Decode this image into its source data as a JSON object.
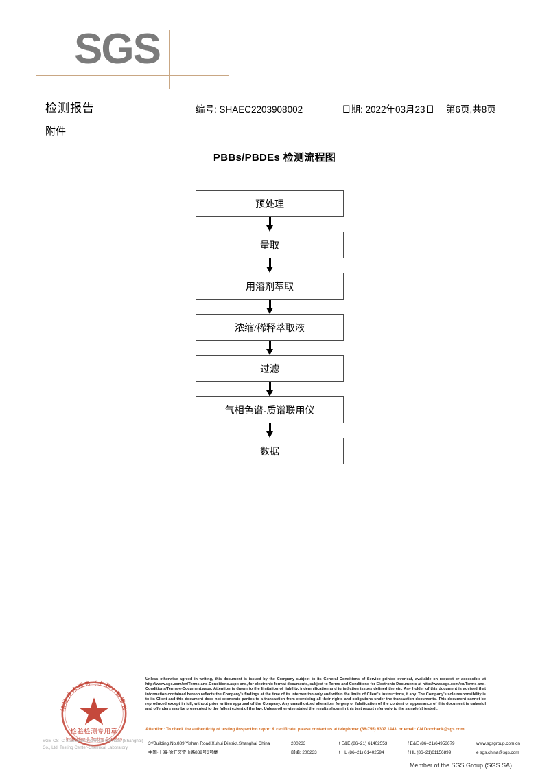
{
  "logo": {
    "brand": "SGS"
  },
  "header": {
    "title": "检测报告",
    "attachment_label": "附件",
    "report_no": "编号: SHAEC2203908002",
    "date": "日期: 2022年03月23日",
    "page": "第6页,共8页"
  },
  "flowchart": {
    "title": "PBBs/PBDEs 检测流程图",
    "steps": [
      {
        "label": "预处理"
      },
      {
        "label": "量取"
      },
      {
        "label": "用溶剂萃取"
      },
      {
        "label": "浓缩/稀释萃取液"
      },
      {
        "label": "过滤"
      },
      {
        "label": "气相色谱-质谱联用仪"
      },
      {
        "label": "数据"
      }
    ]
  },
  "seal": {
    "line_cn": "检验检测专用章",
    "line_en": "Inspection & Testing Services",
    "ring_text": "商标准技术服务 (上海) 有限公司",
    "caption": "SGS-CSTC Standards Technical Services (Shanghai) Co., Ltd. Testing Center-Chemical Laboratory",
    "color": "#c0392b"
  },
  "footer": {
    "legal": "Unless otherwise agreed in writing, this document is issued by the Company subject to its General Conditions of Service printed overleaf, available on request or accessible at http://www.sgs.com/en/Terms-and-Conditions.aspx and, for electronic format documents, subject to Terms and Conditions for Electronic Documents at http://www.sgs.com/en/Terms-and-Conditions/Terms-e-Document.aspx. Attention is drawn to the limitation of liability, indemnification and jurisdiction issues defined therein. Any holder of this document is advised that information contained hereon reflects the Company's findings at the time of its intervention only and within the limits of Client's instructions, if any. The Company's sole responsibility is to its Client and this document does not exonerate parties to a transaction from exercising all their rights and obligations under the transaction documents. This document cannot be reproduced except in full, without prior written approval of the Company. Any unauthorized alteration, forgery or falsification of the content or appearance of this document is unlawful and offenders may be prosecuted to the fullest extent of the law. Unless otherwise stated the results shown in this test report refer only to the sample(s) tested .",
    "attention": "Attention: To check the authenticity of testing /inspection report & certificate, please contact us at telephone: (86-755) 8307 1443, or email: CN.Doccheck@sgs.com",
    "address_en": "3ʳᵈBuilding,No.889 Yishan Road Xuhui District,Shanghai China",
    "address_cn": "中国·上海·徐汇区宜山路889号3号楼",
    "zip_en": "200233",
    "zip_cn": "邮编: 200233",
    "tel_1": "t E&E (86–21) 61402553",
    "tel_2": "f E&E (86–21)64953679",
    "tel_3": "t HL (86–21) 61402594",
    "tel_4": "f HL (86–21)61156899",
    "website": "www.sgsgroup.com.cn",
    "email": "e  sgs.china@sgs.com",
    "member": "Member of the SGS Group (SGS SA)",
    "accent_color": "#d2691e"
  }
}
